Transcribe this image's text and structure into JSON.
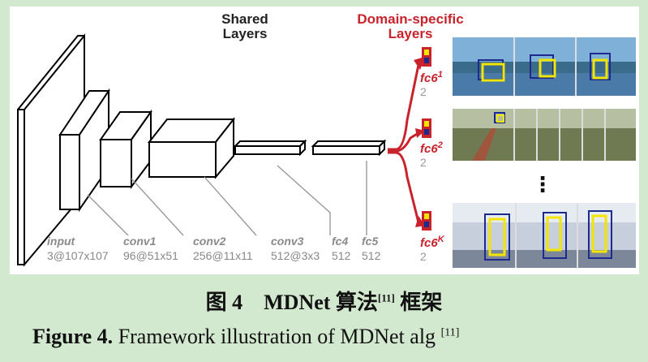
{
  "diagram": {
    "shared_title_line1": "Shared",
    "shared_title_line2": "Layers",
    "domain_title_line1": "Domain-specific",
    "domain_title_line2": "Layers",
    "layers": [
      {
        "name": "input",
        "dims": "3@107x107"
      },
      {
        "name": "conv1",
        "dims": "96@51x51"
      },
      {
        "name": "conv2",
        "dims": "256@11x11"
      },
      {
        "name": "conv3",
        "dims": "512@3x3"
      },
      {
        "name": "fc4",
        "dims": "512"
      },
      {
        "name": "fc5",
        "dims": "512"
      }
    ],
    "branches": [
      {
        "name": "fc6",
        "sup": "1",
        "dims": "2"
      },
      {
        "name": "fc6",
        "sup": "2",
        "dims": "2"
      },
      {
        "name": "fc6",
        "sup": "K",
        "dims": "2"
      }
    ],
    "ellipsis": "⋮",
    "colors": {
      "accent": "#c8232c",
      "box": "#1b2a8c",
      "target": "#f2e600",
      "muted": "#999999"
    }
  },
  "caption": {
    "cn_fig": "图 4",
    "cn_title": "MDNet 算法",
    "cn_ref": "[11]",
    "cn_tail": "框架",
    "en_fig": "Figure 4.",
    "en_text": "Framework illustration of MDNet alg",
    "en_tail": "[11]"
  }
}
